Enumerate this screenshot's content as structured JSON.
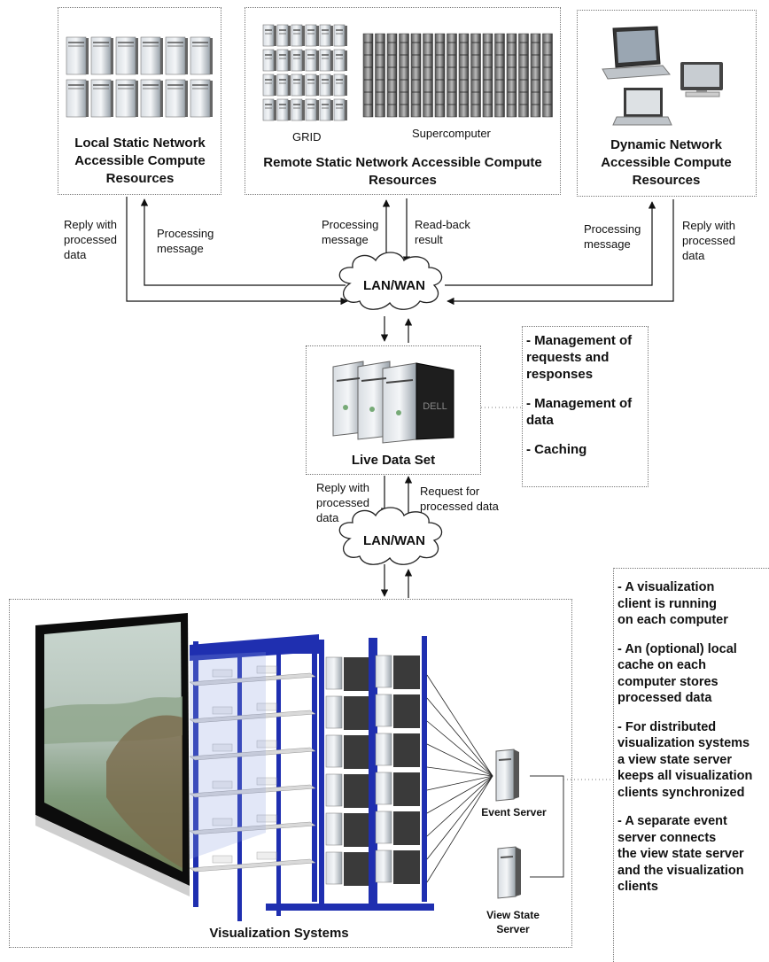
{
  "resources": {
    "local": {
      "title": "Local Static Network Accessible Compute Resources"
    },
    "remote": {
      "title": "Remote Static Network Accessible Compute Resources",
      "grid_label": "GRID",
      "supercomputer_label": "Supercomputer"
    },
    "dynamic": {
      "title": "Dynamic Network Accessible Compute Resources"
    }
  },
  "arrows": {
    "reply_left": "Reply with processed data",
    "processing_left": "Processing message",
    "processing_mid": "Processing message",
    "readback": "Read-back result",
    "processing_right": "Processing message",
    "reply_right": "Reply with processed data",
    "reply_live": "Reply with processed data",
    "request_live": "Request for processed data"
  },
  "network": {
    "top": "LAN/WAN",
    "bottom": "LAN/WAN"
  },
  "live_data_set": {
    "title": "Live Data Set",
    "server_brand": "DELL",
    "notes": [
      "- Management of requests and responses",
      "- Management of data",
      "- Caching"
    ]
  },
  "visualization": {
    "title": "Visualization Systems",
    "event_server": "Event Server",
    "view_state_server": "View State Server",
    "notes": [
      "- A visualization\nclient  is running\non each computer",
      "- An (optional) local\ncache on each\ncomputer stores\nprocessed data",
      "- For distributed\nvisualization systems\na view state server\nkeeps all visualization\nclients synchronized",
      "- A separate event\nserver connects\nthe view state server\nand the visualization\nclients"
    ]
  }
}
